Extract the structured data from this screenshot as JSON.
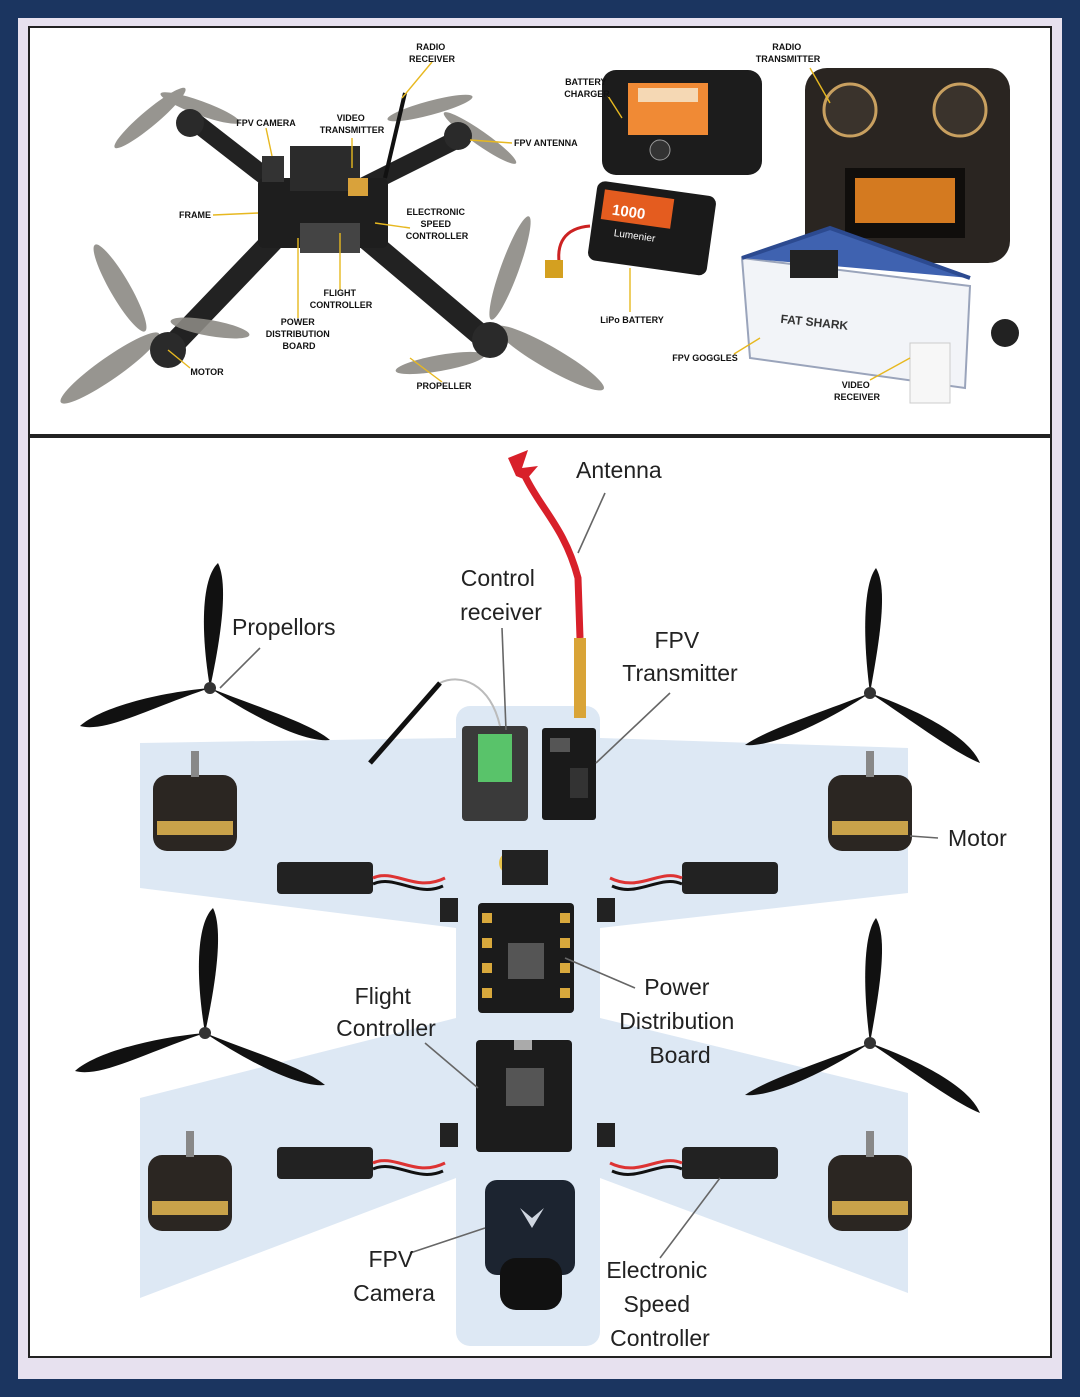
{
  "top_labels": {
    "radio_receiver": [
      "RADIO",
      "RECEIVER"
    ],
    "fpv_camera": [
      "FPV CAMERA"
    ],
    "video_transmitter": [
      "VIDEO",
      "TRANSMITTER"
    ],
    "fpv_antenna": [
      "FPV ANTENNA"
    ],
    "frame": [
      "FRAME"
    ],
    "esc": [
      "ELECTRONIC",
      "SPEED",
      "CONTROLLER"
    ],
    "flight_controller": [
      "FLIGHT",
      "CONTROLLER"
    ],
    "pdb": [
      "POWER",
      "DISTRIBUTION",
      "BOARD"
    ],
    "motor": [
      "MOTOR"
    ],
    "propeller": [
      "PROPELLER"
    ],
    "battery_charger": [
      "BATTERY",
      "CHARGER"
    ],
    "radio_transmitter": [
      "RADIO",
      "TRANSMITTER"
    ],
    "lipo_battery": [
      "LiPo BATTERY"
    ],
    "fpv_goggles": [
      "FPV GOGGLES"
    ],
    "video_receiver": [
      "VIDEO",
      "RECEIVER"
    ]
  },
  "product_text": {
    "battery_value": "1000",
    "battery_brand": "Lumenier",
    "goggles_brand": "FAT SHARK"
  },
  "bottom_labels": {
    "antenna": [
      "Antenna"
    ],
    "control_receiver": [
      "Control",
      "receiver"
    ],
    "fpv_transmitter": [
      "FPV",
      "Transmitter"
    ],
    "propellors": [
      "Propellors"
    ],
    "motor": [
      "Motor"
    ],
    "power_distribution_board": [
      "Power",
      "Distribution",
      "Board"
    ],
    "flight_controller": [
      "Flight",
      "Controller"
    ],
    "fpv_camera": [
      "FPV",
      "Camera"
    ],
    "esc": [
      "Electronic",
      "Speed",
      "Controller"
    ]
  },
  "colors": {
    "border": "#1b3560",
    "inner_frame": "#e7e1ef",
    "leader_top": "#e7b820",
    "leader_bottom": "#666666",
    "antenna_red": "#d8202a",
    "arm_blue": "#dde8f4"
  }
}
